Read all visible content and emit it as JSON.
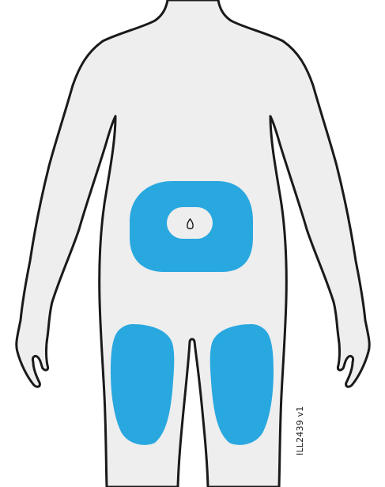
{
  "figure": {
    "reference_code": "ILL2439 v1"
  },
  "colors": {
    "body_fill": "#eeeeee",
    "body_outline": "#1a1a1a",
    "injection_zone": "#29a8e0",
    "navel_area": "#eeeeee"
  },
  "regions": [
    {
      "name": "abdomen",
      "icon": "navel-icon"
    },
    {
      "name": "right-thigh"
    },
    {
      "name": "left-thigh"
    }
  ]
}
